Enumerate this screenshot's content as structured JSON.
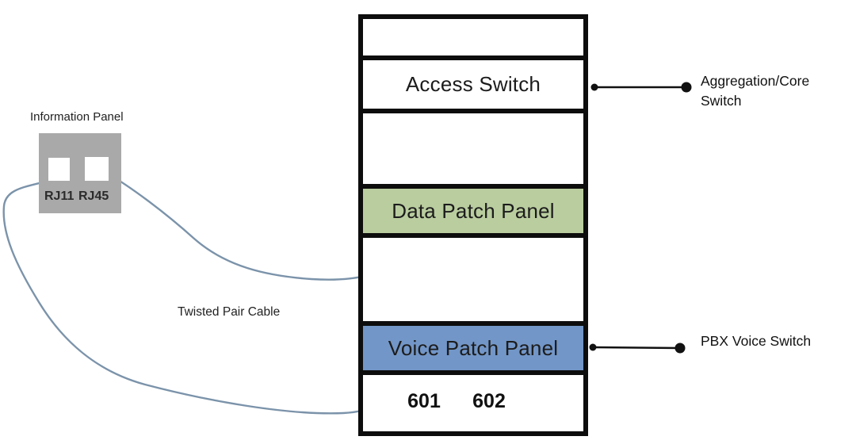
{
  "diagram": {
    "info_panel": {
      "title": "Information Panel",
      "ports": [
        {
          "label": "RJ11"
        },
        {
          "label": "RJ45"
        }
      ]
    },
    "rack": {
      "sections": [
        {
          "label": ""
        },
        {
          "label": "Access Switch"
        },
        {
          "label": ""
        },
        {
          "label": "Data Patch Panel"
        },
        {
          "label": ""
        },
        {
          "label": "Voice Patch Panel"
        },
        {
          "label": ""
        }
      ],
      "voice_ports": [
        {
          "label": "601"
        },
        {
          "label": "602"
        }
      ]
    },
    "annotations": {
      "aggregation_core_switch": "Aggregation/Core Switch",
      "pbx_voice_switch": "PBX Voice Switch",
      "twisted_pair_cable": "Twisted Pair Cable"
    },
    "colors": {
      "data_patch_panel_green": "#b9cd9f",
      "voice_patch_panel_blue": "#7296c7",
      "patch_cord_red": "#d8473c",
      "port_dot_red": "#e0463a",
      "cable_steel_blue": "#7b93aa",
      "info_panel_gray": "#a9a9a9",
      "rack_border_black": "#0d0d0d"
    }
  }
}
